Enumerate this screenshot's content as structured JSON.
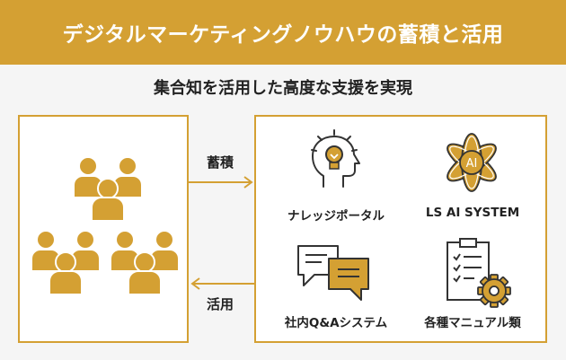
{
  "header": {
    "title": "デジタルマーケティングノウハウの蓄積と活用"
  },
  "subtitle": "集合知を活用した高度な支援を実現",
  "arrows": {
    "top_label": "蓄積",
    "bottom_label": "活用"
  },
  "tools": [
    {
      "label": "ナレッジポータル",
      "icon": "lightbulb-head-icon"
    },
    {
      "label": "LS AI SYSTEM",
      "icon": "ai-atom-icon",
      "badge": "AI"
    },
    {
      "label": "社内Q&Aシステム",
      "icon": "chat-bubbles-icon"
    },
    {
      "label": "各種マニュアル類",
      "icon": "clipboard-gear-icon"
    }
  ],
  "colors": {
    "accent": "#d4a033",
    "text": "#222222",
    "background": "#f5f5f5",
    "icon_stroke": "#333333"
  }
}
